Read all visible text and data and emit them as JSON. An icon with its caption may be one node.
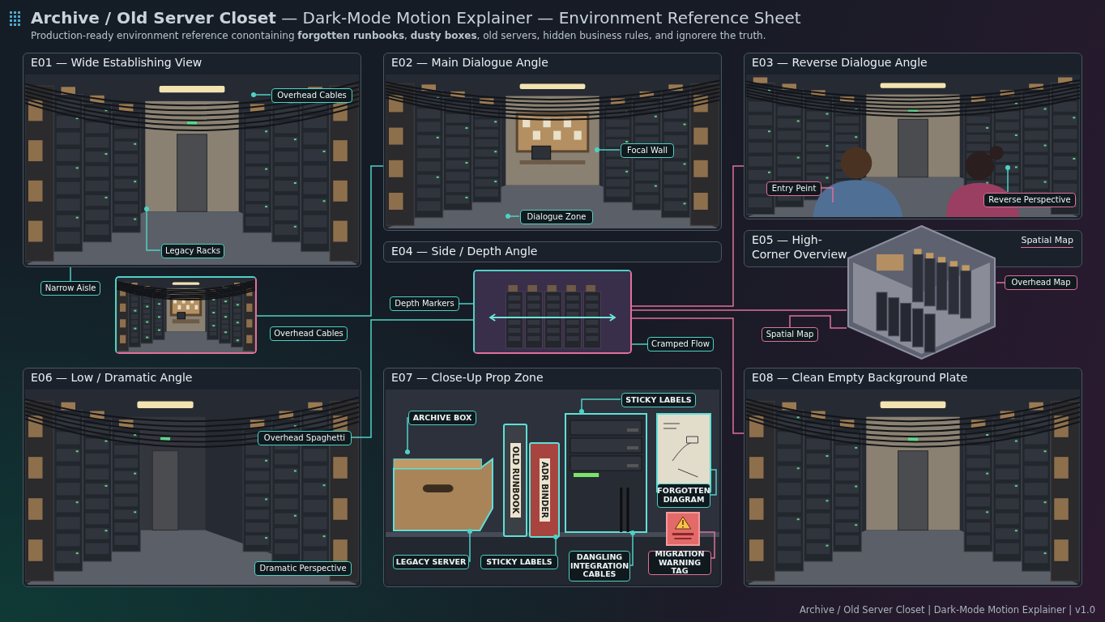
{
  "diagram": {
    "title": "**Archive / Old Server Closet** — Dark-Mode Motion Explainer — Environment Reference Sheet",
    "nodes": [
      {
        "text": [
          "E01 — Wide Establishing View"
        ]
      },
      {
        "text": [
          "Overhead Cables"
        ],
        "in": 0
      },
      {
        "text": [
          "Legacy Racks"
        ],
        "in": 0
      },
      {
        "text": [
          "Narrow Aisle"
        ]
      },
      {
        "text": [],
        "shape": "picture"
      },
      {
        "text": [
          "Overhead Cables"
        ]
      },
      {
        "text": [
          "E02 — Main Dialogue Angle"
        ]
      },
      {
        "text": [
          "Focal Wall"
        ],
        "in": 6
      },
      {
        "text": [
          "Dialogue Zone"
        ],
        "in": 6
      },
      {
        "text": [
          "E03 — Reverse Dialogue Angle"
        ]
      },
      {
        "text": [
          "Entry Peint"
        ],
        "in": 9
      },
      {
        "text": [
          "Reverse Perspective"
        ],
        "in": 9
      },
      {
        "text": [
          "E04 — Side / Depth Angle"
        ]
      },
      {
        "text": [],
        "shape": "picture"
      },
      {
        "text": [
          "Depth Markers"
        ]
      },
      {
        "text": [
          "Cramped Flow"
        ]
      },
      {
        "text": [
          "E05 — High-Corner Overview",
          "Spatial Map"
        ]
      },
      {
        "text": [],
        "shape": "picture"
      },
      {
        "text": [
          "Overhead Map"
        ]
      },
      {
        "text": [
          "Spatial Map"
        ]
      },
      {
        "text": [
          "E06 — Low / Dramatic Angle"
        ]
      },
      {
        "text": [
          "Overhead Spaghetti"
        ],
        "in": 20
      },
      {
        "text": [
          "Dramatic Perspective"
        ],
        "in": 20
      },
      {
        "text": [
          "E07 — Close-Up Prop Zone"
        ]
      },
      {
        "text": [],
        "shape": "picture",
        "in": 23
      },
      {
        "text": [
          "OLD RUNBOOK"
        ],
        "in": 23
      },
      {
        "text": [
          "ADR BINDER"
        ],
        "in": 23
      },
      {
        "text": [],
        "shape": "picture",
        "in": 23
      },
      {
        "text": [],
        "shape": "picture",
        "in": 23
      },
      {
        "text": [],
        "shape": "picture",
        "in": 23
      },
      {
        "text": [
          "ARCHIVE BOX"
        ],
        "in": 23
      },
      {
        "text": [
          "STICKY LABELS"
        ],
        "in": 23
      },
      {
        "text": [
          "FORGOTTEN DIAGRAM"
        ],
        "in": 23
      },
      {
        "text": [
          "LEGACY SERVER"
        ],
        "in": 23
      },
      {
        "text": [
          "STICKY LABELS"
        ],
        "in": 23
      },
      {
        "text": [
          "DANGLING INTEGRATION CABLES"
        ],
        "in": 23
      },
      {
        "text": [
          "MIGRATION WARNING TAG"
        ],
        "in": 23
      },
      {
        "text": [
          "E08 — Clean Empty Background Plate"
        ]
      }
    ],
    "edges": [
      {
        "from": 1,
        "to": null,
        "arrow": "other"
      },
      {
        "from": 2,
        "to": null,
        "arrow": "other"
      },
      {
        "from": 0,
        "to": 3,
        "arrow": "none"
      },
      {
        "from": 4,
        "to": 6,
        "arrow": "none"
      },
      {
        "from": 14,
        "to": 13,
        "arrow": "none"
      },
      {
        "from": 15,
        "to": 13,
        "arrow": "none"
      },
      {
        "from": 7,
        "to": null,
        "arrow": "other"
      },
      {
        "from": 8,
        "to": null,
        "arrow": "other"
      },
      {
        "from": 10,
        "to": null,
        "arrow": "none",
        "color": "#e0709a"
      },
      {
        "from": 11,
        "to": null,
        "arrow": "other"
      },
      {
        "from": 21,
        "to": 13,
        "arrow": "none"
      },
      {
        "from": 13,
        "to": 9,
        "arrow": "none",
        "color": "#e0709a"
      },
      {
        "from": 13,
        "to": 17,
        "arrow": "none",
        "color": "#e0709a"
      },
      {
        "from": 13,
        "to": 37,
        "arrow": "none",
        "color": "#e0709a"
      },
      {
        "from": 18,
        "to": 17,
        "arrow": "none",
        "color": "#e0709a"
      },
      {
        "from": 19,
        "to": 17,
        "arrow": "none",
        "color": "#e0709a"
      },
      {
        "from": 30,
        "to": 24,
        "arrow": "other"
      },
      {
        "from": 31,
        "to": 27,
        "arrow": "other"
      },
      {
        "from": 32,
        "to": 28,
        "arrow": "none"
      },
      {
        "from": 33,
        "to": 24,
        "arrow": "other"
      },
      {
        "from": 34,
        "to": 26,
        "arrow": "other"
      },
      {
        "from": 35,
        "to": 27,
        "arrow": "other"
      },
      {
        "from": 36,
        "to": 29,
        "arrow": "none",
        "color": "#e0709a"
      }
    ],
    "labels": [
      "Production-ready environment reference conontaining **forgotten runbooks**, **dusty boxes**, old servers, hidden business rules, and ignorere the truth.",
      "Archive / Old Server Closet | Dark-Mode Motion Explainer | v1.0"
    ]
  }
}
